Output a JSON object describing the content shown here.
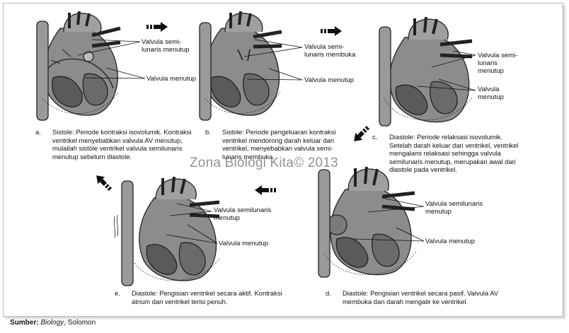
{
  "panels": {
    "a": {
      "letter": "a.",
      "caption": "Sistole: Periode kontraksi isovolumik. Kontraksi ventrikel menyebabkan valvula AV menutup, mulailah sistole ventrikel valvula semilunaris menutup sebelum diastole.",
      "label1": "Valvula semi-\nlunaris menutup",
      "label2": "Valvula menutup"
    },
    "b": {
      "letter": "b.",
      "caption": "Sistole: Periode pengeluaran kontraksi ventrikel mendorong darah keluar dari ventrikel, menyebabkan valvula semi-lunaris membuka.",
      "label1": "Valvula semi-\nlunaris membuka",
      "label2": "Valvula menutup"
    },
    "c": {
      "letter": "c.",
      "caption": "Diastole: Periode relaksasi isovolumik. Setelah darah keluar dari ventrikel, ventrikel mengalami relaksasi sehingga valvula semilunaris menutup, merupakan awal dari diastole pada ventrikel.",
      "label1": "Valvula semi-\nlunaris\nmenutup",
      "label2": "Valvula\nmenutup"
    },
    "d": {
      "letter": "d.",
      "caption": "Diastole: Pengisian ventrikel secara pasif. Valvula AV membuka dan darah mengalir ke ventrikel.",
      "label1": "Valvula semilunaris\nmenutup",
      "label2": "Valvula menutup"
    },
    "e": {
      "letter": "e.",
      "caption": "Diastole: Pengisian ventrikel secara aktif. Kontraksi atrium dan ventrikel terisi penuh.",
      "label1": "Valvula semilunaris\nmenutup",
      "label2": "Valvula menutup"
    }
  },
  "watermark": "Zona Biologi Kita© 2013",
  "source": {
    "label": "Sumber:",
    "book": "Biology",
    "author": ", Solomon"
  }
}
